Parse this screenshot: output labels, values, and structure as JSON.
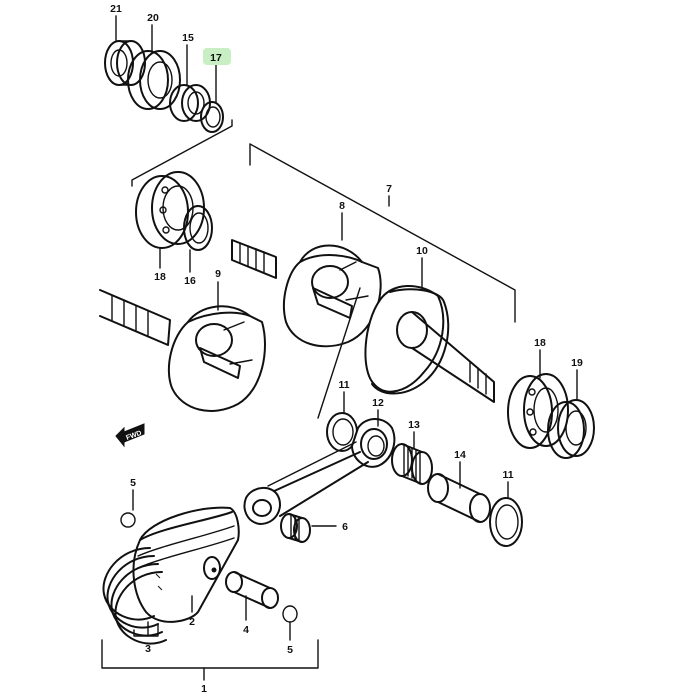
{
  "callouts": {
    "c21": "21",
    "c20": "20",
    "c15": "15",
    "c17": "17",
    "c7": "7",
    "c8": "8",
    "c18a": "18",
    "c16": "16",
    "c9": "9",
    "c10": "10",
    "c18b": "18",
    "c19": "19",
    "c11a": "11",
    "c12": "12",
    "c13": "13",
    "c14": "14",
    "c11b": "11",
    "c5a": "5",
    "c6": "6",
    "c2": "2",
    "c4": "4",
    "c3": "3",
    "c5b": "5",
    "c1": "1"
  },
  "fwd_label": "FWD",
  "colors": {
    "highlight": "#c8eec3",
    "line": "#111111",
    "background": "#ffffff"
  }
}
